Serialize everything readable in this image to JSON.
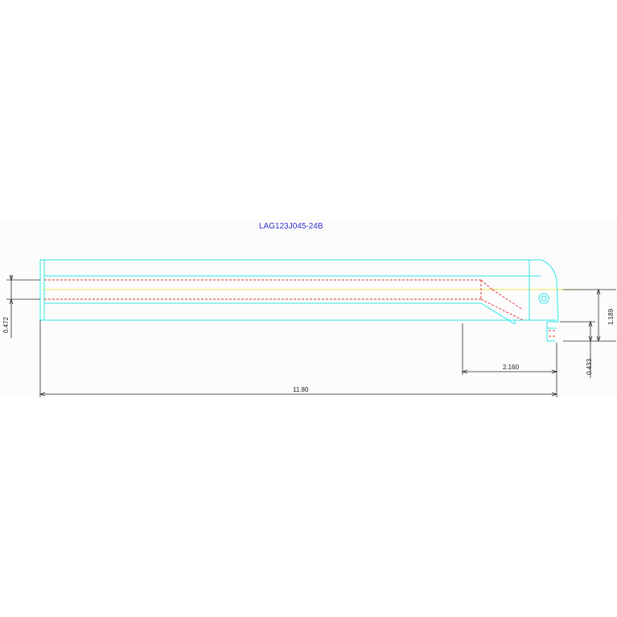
{
  "title": "LAG123J045-24B",
  "dimensions": {
    "overall_length": "11.80",
    "head_length": "2.160",
    "shank_offset": "0.472",
    "head_height": "1.189",
    "insert_offset": "0.433"
  },
  "colors": {
    "background": "#ffffff",
    "band": "#fcfcfc",
    "outline": "#2ee6e6",
    "hidden": "#e03a3a",
    "centerline": "#f0e44a",
    "title": "#2f2fd0",
    "dim_line": "#2a2a2a"
  }
}
